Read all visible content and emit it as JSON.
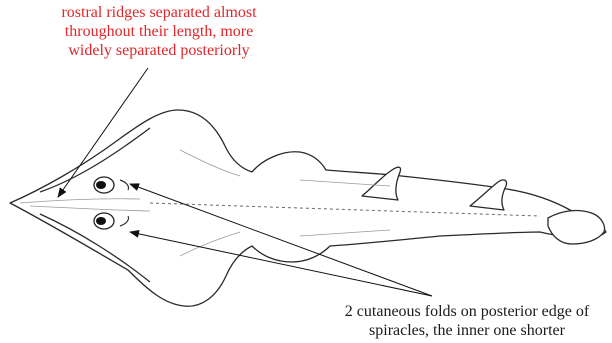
{
  "annotations": {
    "top": {
      "color": "#e0262a",
      "lines": [
        "rostral ridges separated almost",
        "throughout their length, more",
        "widely separated posteriorly"
      ]
    },
    "bottom": {
      "color": "#1a1a1a",
      "lines": [
        "2 cutaneous folds on posterior edge of",
        "spiracles, the inner one shorter"
      ]
    }
  },
  "colors": {
    "outline": "#2a2a2a",
    "shading": "#9a9a9a",
    "arrow": "#111111",
    "background": "#ffffff"
  }
}
